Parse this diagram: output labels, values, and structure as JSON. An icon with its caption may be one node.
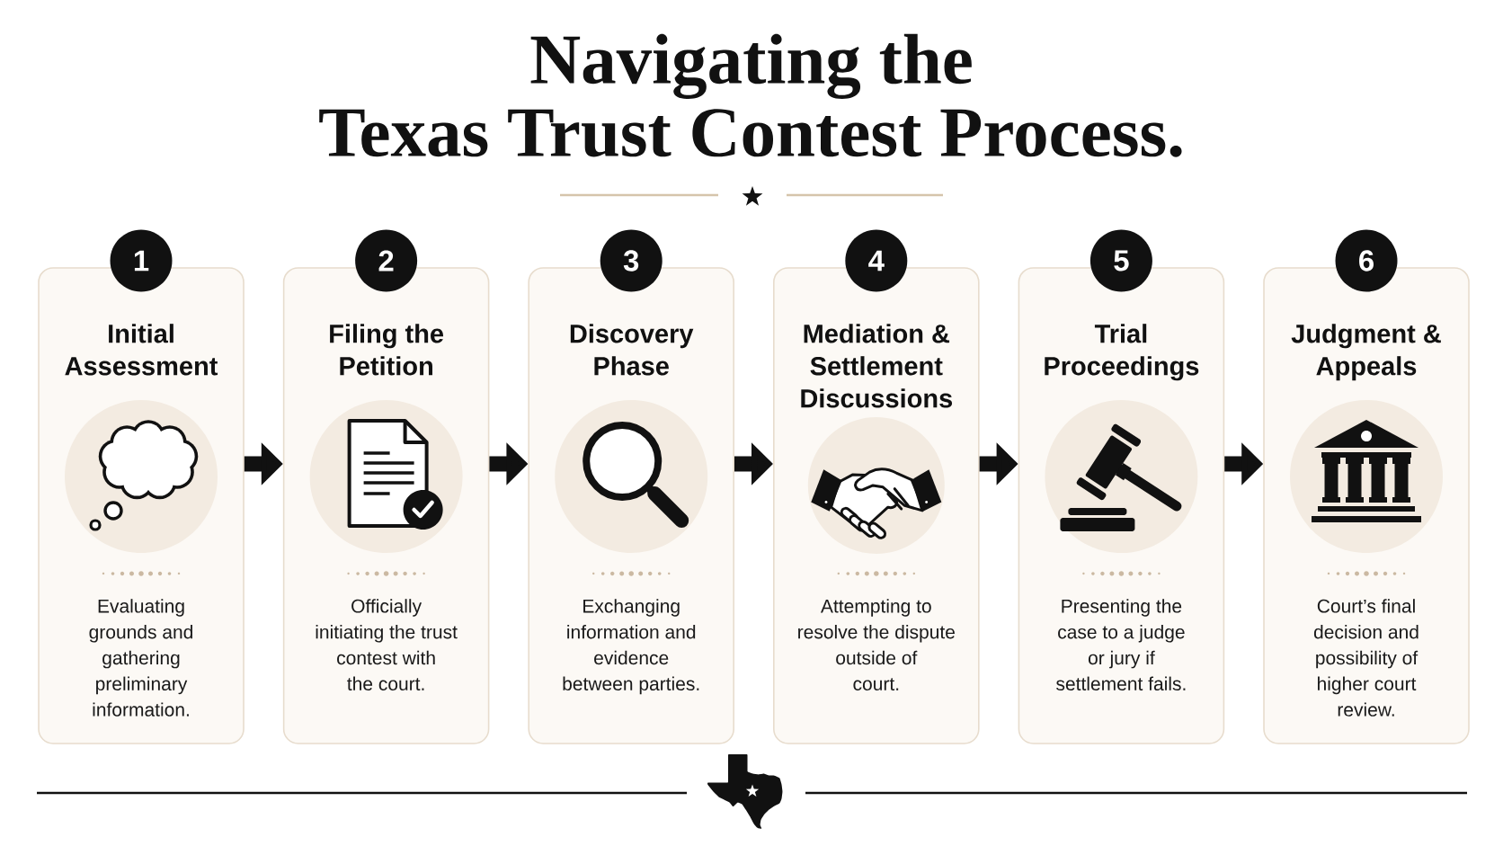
{
  "diagram": {
    "title": "Navigating the Texas Trust Contest Process.",
    "nodes": [
      {
        "text": [
          "1"
        ]
      },
      {
        "text": [
          "Initial Assessment",
          "Evaluating grounds and gathering preliminary information."
        ]
      },
      {
        "text": [
          "2"
        ]
      },
      {
        "text": [
          "Filing the Petition",
          "Officially initiating the trust contest with the court."
        ]
      },
      {
        "text": [
          "3"
        ]
      },
      {
        "text": [
          "Discovery Phase",
          "Exchanging information and evidence between parties."
        ]
      },
      {
        "text": [
          "4"
        ]
      },
      {
        "text": [
          "Mediation & Settlement Discussions",
          "Attempting to resolve the dispute outside of court."
        ]
      },
      {
        "text": [
          "5"
        ]
      },
      {
        "text": [
          "Trial Proceedings",
          "Presenting the case to a judge or jury if settlement fails."
        ]
      },
      {
        "text": [
          "6"
        ]
      },
      {
        "text": [
          "Judgment & Appeals",
          "Court’s final decision and possibility of higher court review."
        ]
      }
    ],
    "edges": [
      {
        "from": 1,
        "to": 3,
        "arrow": "to"
      },
      {
        "from": 3,
        "to": 5,
        "arrow": "to"
      },
      {
        "from": 5,
        "to": 7,
        "arrow": "to"
      },
      {
        "from": 7,
        "to": 9,
        "arrow": "to"
      },
      {
        "from": 9,
        "to": 11,
        "arrow": "to"
      }
    ]
  }
}
